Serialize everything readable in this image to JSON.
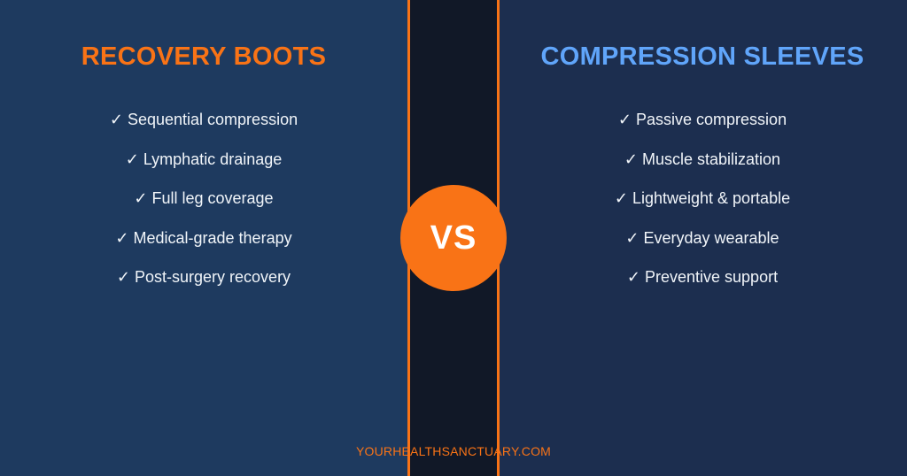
{
  "colors": {
    "accent_orange": "#f97316",
    "accent_blue": "#60a5fa",
    "left_bg": "#1e3a5f",
    "right_bg": "#1c2e4f",
    "divider_bg": "#111827",
    "text": "#f1f5f9"
  },
  "left": {
    "title": "RECOVERY BOOTS",
    "items": [
      "✓ Sequential compression",
      "✓ Lymphatic drainage",
      "✓ Full leg coverage",
      "✓ Medical-grade therapy",
      "✓ Post-surgery recovery"
    ]
  },
  "right": {
    "title": "COMPRESSION SLEEVES",
    "items": [
      "✓ Passive compression",
      "✓ Muscle stabilization",
      "✓ Lightweight & portable",
      "✓ Everyday wearable",
      "✓ Preventive support"
    ]
  },
  "vs_label": "VS",
  "footer": "YOURHEALTHSANCTUARY.COM"
}
